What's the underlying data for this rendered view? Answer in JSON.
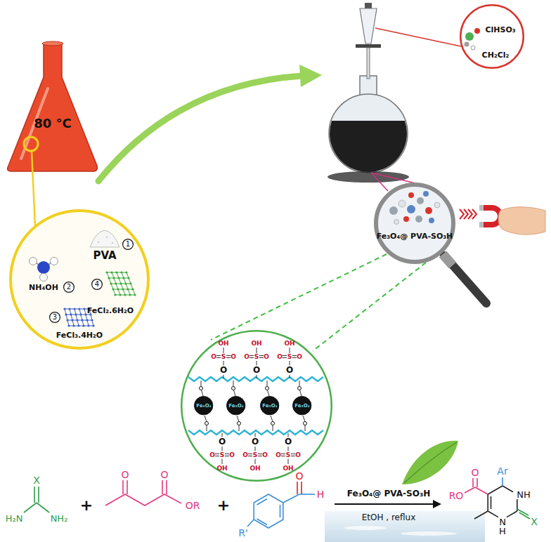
{
  "diagram": {
    "nodes": [
      {
        "text": [
          "80 °C"
        ]
      },
      {
        "text": [
          "PVA",
          "NH₄OH",
          "FeCl₃.4H₂O",
          "FeCl₂.6H₂O"
        ]
      },
      {
        "text": [
          "1"
        ],
        "in": 1
      },
      {
        "text": [
          "2"
        ],
        "in": 1
      },
      {
        "text": [
          "3"
        ],
        "in": 1
      },
      {
        "text": [
          "4"
        ],
        "in": 1
      },
      {
        "text": [
          "ClHSO₃",
          "CH₂Cl₂"
        ]
      },
      {
        "text": [
          "Fe₃O₄@ PVA-SO₃H"
        ]
      },
      {
        "text": [
          "OH",
          "O",
          "S",
          "O",
          "O",
          "OH",
          "O",
          "S",
          "O",
          "O",
          "OH",
          "O",
          "S",
          "O",
          "O",
          "O",
          "O",
          "S",
          "O",
          "OH",
          "O",
          "O",
          "S",
          "O",
          "OH",
          "O",
          "O",
          "S",
          "O",
          "OH"
        ]
      },
      {
        "text": [
          "Fe₃O₄"
        ],
        "in": 8
      },
      {
        "text": [
          "Fe₃O₄"
        ],
        "in": 8
      },
      {
        "text": [
          "Fe₃O₄"
        ],
        "in": 8
      },
      {
        "text": [
          "Fe₃O₄"
        ],
        "in": 8
      }
    ],
    "labels": [
      "X",
      "H₂N",
      "NH₂",
      "+",
      "O",
      "O",
      "OR",
      "+",
      "O",
      "H",
      "R'",
      "Fe₃O₄@ PVA-SO₃H",
      "EtOH , reflux",
      "RO",
      "O",
      "Ar",
      "NH",
      "N",
      "H",
      "X"
    ]
  }
}
